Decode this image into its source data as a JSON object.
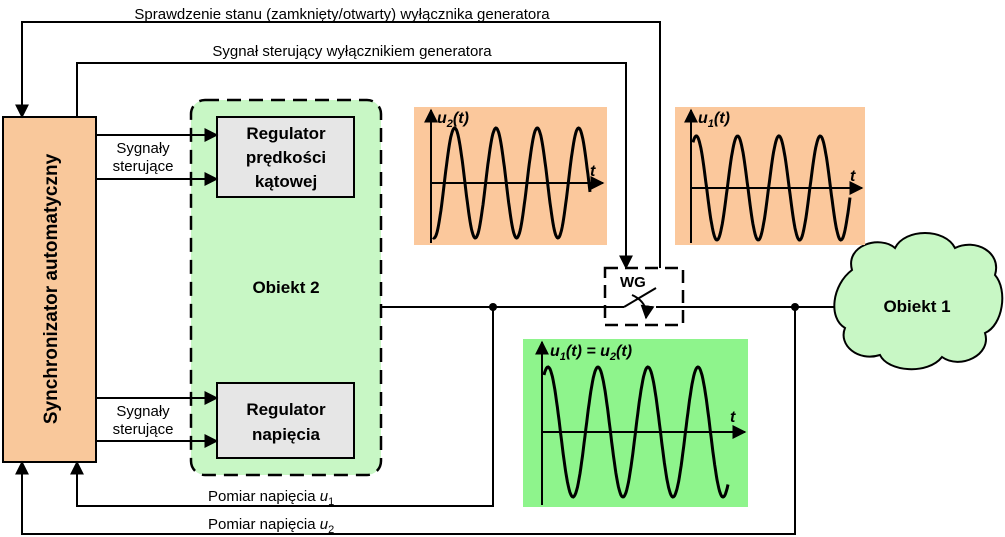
{
  "texts": {
    "breaker_status_signal": "Sprawdzenie stanu (zamknięty/otwarty) wyłącznika generatora",
    "breaker_control_signal": "Sygnał sterujący wyłącznikiem generatora",
    "synchronizer": "Synchronizator automatyczny",
    "control_signals_top": [
      "Sygnały",
      "sterujące"
    ],
    "control_signals_bottom": [
      "Sygnały",
      "sterujące"
    ],
    "speed_regulator": [
      "Regulator",
      "prędkości",
      "kątowej"
    ],
    "voltage_regulator": [
      "Regulator",
      "napięcia"
    ],
    "object2": "Obiekt 2",
    "object1": "Obiekt 1",
    "breaker": "WG",
    "measure_u1_text": "Pomiar napięcia ",
    "measure_u1_var": "u",
    "measure_u1_sub": "1",
    "measure_u2_text": "Pomiar napięcia ",
    "measure_u2_var": "u",
    "measure_u2_sub": "2",
    "t_axis": "t"
  },
  "plots": {
    "u2": {
      "label_var": "u",
      "label_sub": "2",
      "label_arg": "(t)",
      "cycles": 4,
      "phase_deg": 0
    },
    "u1": {
      "label_var": "u",
      "label_sub": "1",
      "label_arg": "(t)",
      "cycles": 4,
      "phase_deg": 0
    },
    "u1_eq_u2": {
      "label_left_var": "u",
      "label_left_sub": "1",
      "label_left_arg": "(t)",
      "label_eq": " = ",
      "label_right_var": "u",
      "label_right_sub": "2",
      "label_right_arg": "(t)",
      "cycles": 4,
      "phase_deg": 0
    }
  },
  "colors": {
    "synchronizer_fill": "#f9c89b",
    "object2_fill": "#c8f7c5",
    "regulator_fill": "#e6e6e6",
    "plot_orange": "#fbc89c",
    "plot_green": "#8ef48c",
    "object1_fill": "#c8f7c5",
    "line": "#000000"
  }
}
